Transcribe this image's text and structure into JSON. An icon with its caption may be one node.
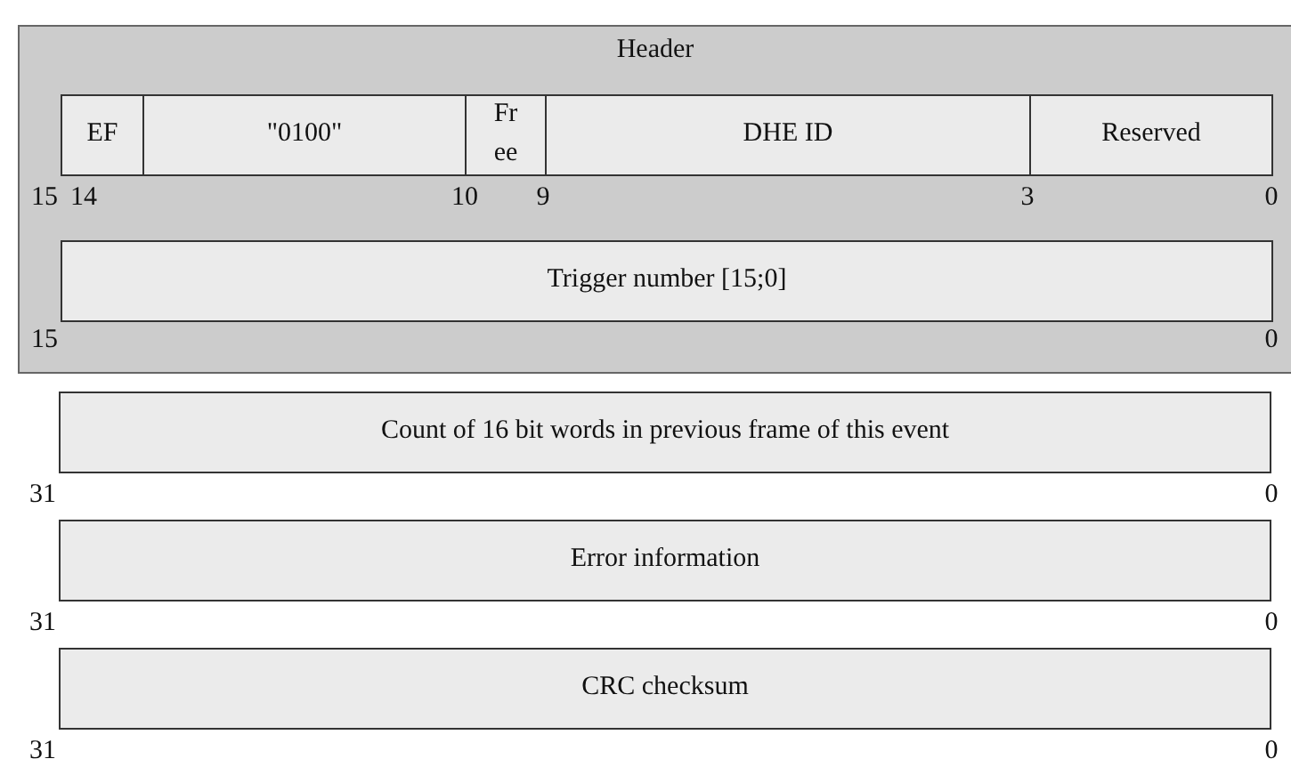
{
  "diagram": {
    "nodes": [
      {
        "text": [
          "Header"
        ]
      },
      {
        "text": [
          "EF"
        ],
        "in": 0
      },
      {
        "text": [
          "\"0100\""
        ],
        "in": 0
      },
      {
        "text": [
          "Free"
        ],
        "in": 0
      },
      {
        "text": [
          "DHE ID"
        ],
        "in": 0
      },
      {
        "text": [
          "Reserved"
        ],
        "in": 0
      },
      {
        "text": [
          "Trigger number [15;0]"
        ],
        "in": 0
      },
      {
        "text": [
          "Count of 16 bit words in previous frame of this event"
        ]
      },
      {
        "text": [
          "Error information"
        ]
      },
      {
        "text": [
          "CRC checksum"
        ]
      }
    ],
    "edges": [],
    "labels": [
      "15",
      "14",
      "10",
      "9",
      "3",
      "0",
      "15",
      "0",
      "31",
      "0",
      "31",
      "0",
      "31",
      "0"
    ]
  }
}
